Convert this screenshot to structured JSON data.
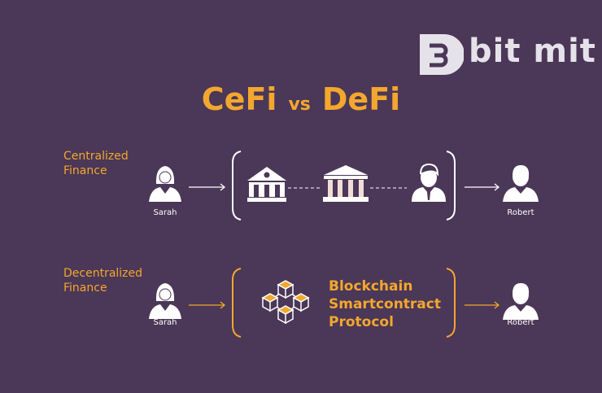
{
  "logo": {
    "text": "bit mit"
  },
  "title": {
    "left": "CeFi",
    "vs": "vs",
    "right": "DeFi"
  },
  "centralized": {
    "label_line1": "Centralized",
    "label_line2": "Finance",
    "sender": "Sarah",
    "receiver": "Robert"
  },
  "decentralized": {
    "label_line1": "Decentralized",
    "label_line2": "Finance",
    "sender": "Sarah",
    "receiver": "Robert",
    "protocol_line1": "Blockchain",
    "protocol_line2": "Smartcontract",
    "protocol_line3": "Protocol"
  },
  "colors": {
    "background": "#4b3757",
    "accent": "#f3a72e",
    "white": "#ffffff"
  }
}
